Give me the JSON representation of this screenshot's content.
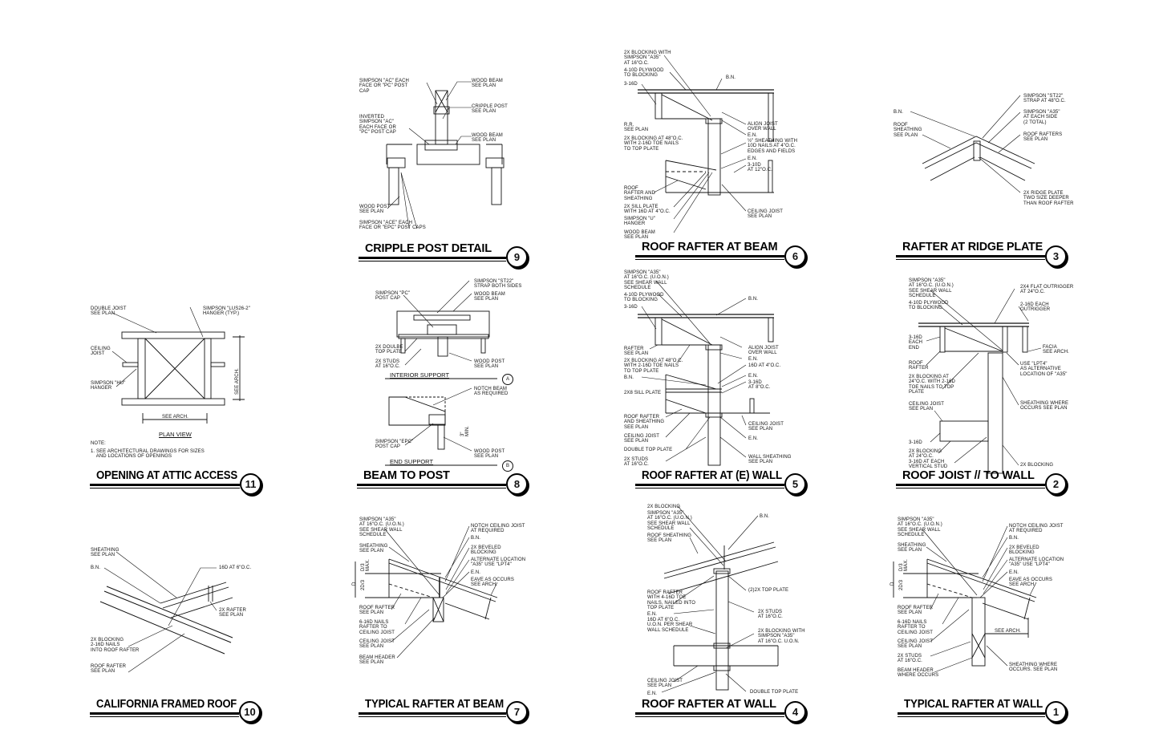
{
  "sheet": {
    "details": [
      {
        "number": "1",
        "title": "TYPICAL RAFTER AT WALL",
        "callouts": [
          "SIMPSON \"A35\"\nAT 16\"o.c. (U.O.N.)\nSEE SHEAR WALL\nSCHEDULE",
          "NOTCH CEILING JOIST\nAT REQUIRED",
          "B.N.",
          "SHEATHING\nSEE PLAN",
          "2x BEVELED\nBLOCKING",
          "ALTERNATE LOCATION\n\"A35\" USE \"LPT4\"",
          "E.N.",
          "EAVE AS OCCURS\nSEE ARCH.",
          "ROOF RAFTER\nSEE PLAN",
          "6-16d NAILS\nRAFTER TO\nCEILING JOIST",
          "SEE ARCH.",
          "CEILING JOIST\nSEE PLAN",
          "2x STUDS\nAT 16\"o.c.",
          "SHEATHING WHERE\nOCCURS. SEE PLAN",
          "BEAM HEADER\nWHERE OCCURS",
          "D/3\nMAX.",
          "2D/3",
          "D"
        ]
      },
      {
        "number": "2",
        "title": "ROOF JOIST // TO WALL",
        "callouts": [
          "SIMPSON \"A35\"\nAT 16\"o.c. (U.O.N.)\nSEE SHEAR WALL\nSCHEDULE",
          "2x4 FLAT OUTRIGGER\nAT 24\"o.c.",
          "4-10d PLYWOOD\nTO BLOCKING",
          "2-16d EACH\nOUTRIGGER",
          "3-16d\nEACH\nEND",
          "FACIA\nSEE ARCH.",
          "ROOF\nRAFTER",
          "USE \"LPT4\"\nAS ALTERNATIVE\nLOCATION OF \"A35\"",
          "2x BLOCKING AT\n24\"o.c. WITH 2-16d\nTOE NAILS TO TOP\nPLATE",
          "SHEATHING WHERE\nOCCURS SEE PLAN",
          "CEILING JOIST\nSEE PLAN",
          "3-16d",
          "2x BLOCKING\nAT 24\"o.c.",
          "3-16d AT EACH\nVERTICAL STUD",
          "2x BLOCKING"
        ]
      },
      {
        "number": "3",
        "title": "RAFTER AT RIDGE PLATE",
        "callouts": [
          "B.N.",
          "ROOF\nSHEATHING\nSEE PLAN",
          "SIMPSON \"ST22\"\nSTRAP AT 48\"o.c.",
          "SIMPSON \"A35\"\nAT EACH SIDE\n(2 TOTAL)",
          "ROOF RAFTERS\nSEE PLAN",
          "2x RIDGE PLATE\nTWO SIZE DEEPER\nTHAN ROOF RAFTER"
        ]
      },
      {
        "number": "4",
        "title": "ROOF RAFTER AT WALL",
        "callouts": [
          "2x BLOCKING",
          "SIMPSON \"A35\"\nAT 16\"o.c. (U.O.N.)\nSEE SHEAR WALL\nSCHEDULE",
          "B.N.",
          "ROOF SHEATHING\nSEE PLAN",
          "ROOF RAFTER\nWITH 4-16d TOE\nNAILS, NAILED INTO\nTOP PLATE",
          "(2)2x TOP PLATE",
          "E.N.",
          "2x STUDS\nAT 16\"o.c.",
          "16d AT 6\"o.c.\nU.O.N. PER SHEAR\nWALL SCHEDULE",
          "2x BLOCKING WITH\nSIMPSON \"A35\"\nAT 16\"o.c. U.O.N.",
          "CEILING JOIST\nSEE PLAN",
          "E.N.",
          "DOUBLE TOP PLATE"
        ]
      },
      {
        "number": "5",
        "title": "ROOF RAFTER AT (E) WALL",
        "callouts": [
          "SIMPSON \"A35\"\nAT 16\"o.c. (U.O.N.)\nSEE SHEAR WALL\nSCHEDULE",
          "4-10d PLYWOOD\nTO BLOCKING",
          "3-16d",
          "B.N.",
          "RAFTER\nSEE PLAN",
          "ALIGN JOIST\nOVER WALL",
          "E.N.",
          "2x BLOCKING AT 48\"o.c.\nWITH 2-16d TOE NAILS\nTO TOP PLATE",
          "16d AT 4\"o.c.",
          "B.N.",
          "E.N.",
          "3-16d\nAT 8\"o.c.",
          "2x8 SILL PLATE",
          "ROOF RAFTER\nAND SHEATHING\nSEE PLAN",
          "CEILING JOIST\nSEE PLAN",
          "CEILING JOIST\nSEE PLAN",
          "E.N.",
          "DOUBLE TOP PLATE",
          "WALL SHEATHING\nSEE PLAN",
          "2x STUDS\nAT 16\"o.c."
        ]
      },
      {
        "number": "6",
        "title": "ROOF RAFTER AT BEAM",
        "callouts": [
          "2x BLOCKING WITH\nSIMPSON \"A35\"\nAT 16\"o.c.",
          "4-10d PLYWOOD\nTO BLOCKING",
          "3-16d",
          "B.N.",
          "R.R.\nSEE PLAN",
          "ALIGN JOIST\nOVER WALL",
          "E.N.",
          "½\" SHEATHING WITH\n10d NAILS AT 4\"o.c.\nEDGES AND FIELDS",
          "2x BLOCKING AT 48\"o.c.\nWITH 2-16d TOE NAILS\nTO TOP PLATE",
          "E.N.",
          "3-10d\nAT 12\"o.c.",
          "ROOF\nRAFTER AND\nSHEATHING",
          "2x SILL PLATE\nWITH 16d AT 4\"o.c.",
          "SIMPSON \"U\"\nHANGER",
          "CEILING JOIST\nSEE PLAN",
          "WOOD BEAM\nSEE PLAN"
        ]
      },
      {
        "number": "7",
        "title": "TYPICAL RAFTER AT BEAM",
        "callouts": [
          "SIMPSON \"A35\"\nAT 16\"o.c. (U.O.N.)\nSEE SHEAR WALL\nSCHEDULE",
          "NOTCH CEILING JOIST\nAT REQUIRED",
          "B.N.",
          "SHEATHING\nSEE PLAN",
          "2x BEVELED\nBLOCKING",
          "ALTERNATE LOCATION\n\"A35\" USE \"LPT4\"",
          "E.N.",
          "EAVE AS OCCURS\nSEE ARCH.",
          "ROOF RAFTER\nSEE PLAN",
          "6-16d NAILS\nRAFTER TO\nCEILING JOIST",
          "CEILING JOIST\nSEE PLAN",
          "BEAM HEADER\nSEE PLAN",
          "D/3\nMAX.",
          "2D/3",
          "D"
        ]
      },
      {
        "number": "8",
        "title": "BEAM TO POST",
        "callouts": [
          "SIMPSON \"ST22\"\nSTRAP BOTH SIDES",
          "SIMPSON \"PC\"\nPOST CAP",
          "WOOD BEAM\nSEE PLAN",
          "2x DOULBE\nTOP PLATE",
          "2x STUDS\nAT 16\"o.c.",
          "WOOD POST\nSEE PLAN",
          "NOTCH BEAM\nAS REQUIRED",
          "SIMPSON \"EPC\"\nPOST CAP",
          "WOOD POST\nSEE PLAN",
          "3\"\nMIN."
        ],
        "sections": [
          {
            "label": "INTERIOR SUPPORT",
            "tag": "A"
          },
          {
            "label": "END SUPPORT",
            "tag": "B"
          }
        ]
      },
      {
        "number": "9",
        "title": "CRIPPLE POST DETAIL",
        "callouts": [
          "SIMPSON \"AC\" EACH\nFACE OR \"PC\" POST\nCAP",
          "WOOD BEAM\nSEE PLAN",
          "CRIPPLE POST\nSEE PLAN",
          "INVERTED\nSIMPSON \"AC\"\nEACH FACE OR\n\"PC\" POST CAP",
          "WOOD BEAM\nSEE PLAN",
          "WOOD POST\nSEE PLAN",
          "SIMPSON \"ACE\" EACH\nFACE OR \"EPC\" POST CAPS"
        ]
      },
      {
        "number": "10",
        "title": "CALIFORNIA FRAMED ROOF",
        "callouts": [
          "SHEATHING\nSEE PLAN",
          "B.N.",
          "16d AT 6\"o.c.",
          "2x RAFTER\nSEE PLAN",
          "2x BLOCKING\n2-16d NAILS\nINTO ROOF RAFTER",
          "ROOF RAFTER\nSEE PLAN"
        ]
      },
      {
        "number": "11",
        "title": "OPENING AT ATTIC ACCESS",
        "callouts": [
          "DOUBLE JOIST\nSEE PLAN",
          "SIMPSON \"LUS26-2\"\nHANGER (TYP.)",
          "CEILING\nJOIST",
          "SIMPSON \"HU\"\nHANGER",
          "SEE ARCH.",
          "SEE ARCH.",
          "NOTE:",
          "1. SEE ARCHITECTURAL DRAWINGS FOR SIZES\n    AND LOCATIONS OF OPENINGS"
        ],
        "view_label": "PLAN VIEW"
      }
    ]
  }
}
